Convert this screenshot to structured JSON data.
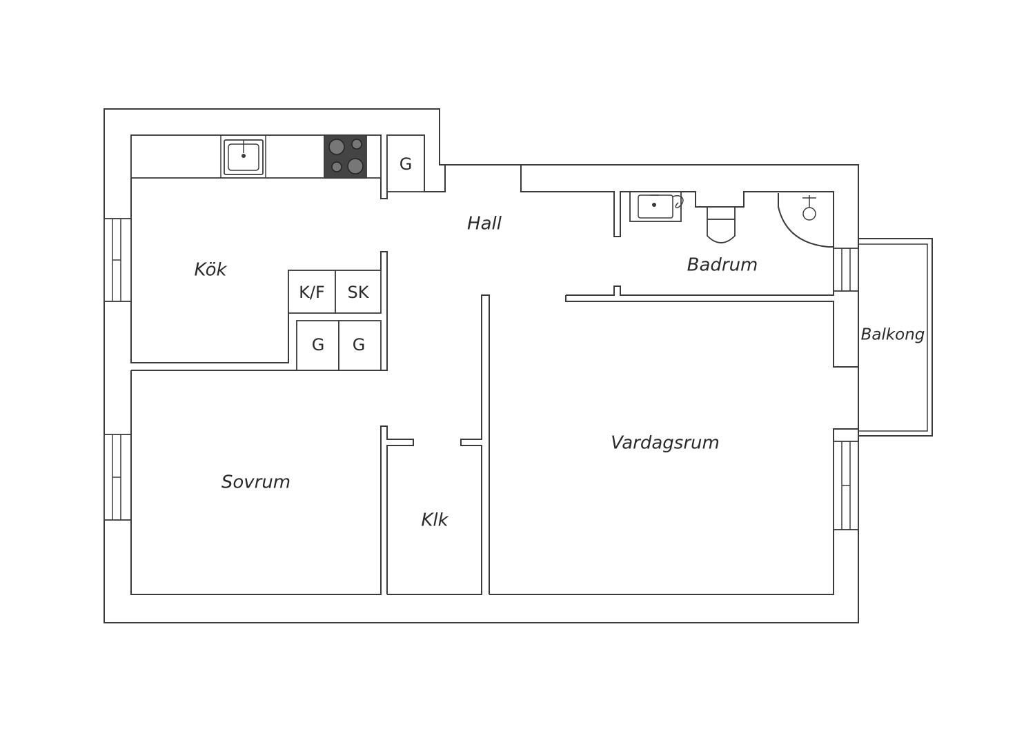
{
  "rooms": {
    "kok": "Kök",
    "hall": "Hall",
    "badrum": "Badrum",
    "balkong": "Balkong",
    "sovrum": "Sovrum",
    "klk": "Klk",
    "vardagsrum": "Vardagsrum"
  },
  "units": {
    "g_entrance": "G",
    "kf": "K/F",
    "sk": "SK",
    "g_kitchen_1": "G",
    "g_kitchen_2": "G"
  },
  "colors": {
    "wall_stroke": "#3a3a3a",
    "stove_fill": "#444444"
  }
}
